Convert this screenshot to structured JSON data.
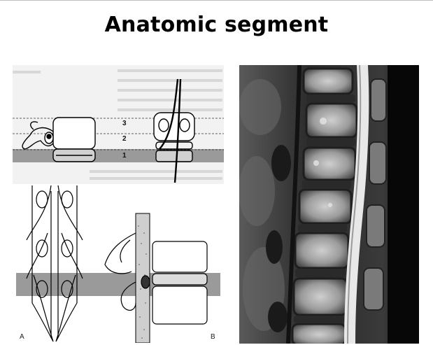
{
  "slide": {
    "title": "Anatomic segment"
  },
  "left_figure": {
    "segment_labels": [
      "3",
      "2",
      "1"
    ],
    "panel_labels": [
      "A",
      "B"
    ]
  },
  "right_figure": {
    "kind": "sagittal T2 MRI of lumbar spine"
  }
}
